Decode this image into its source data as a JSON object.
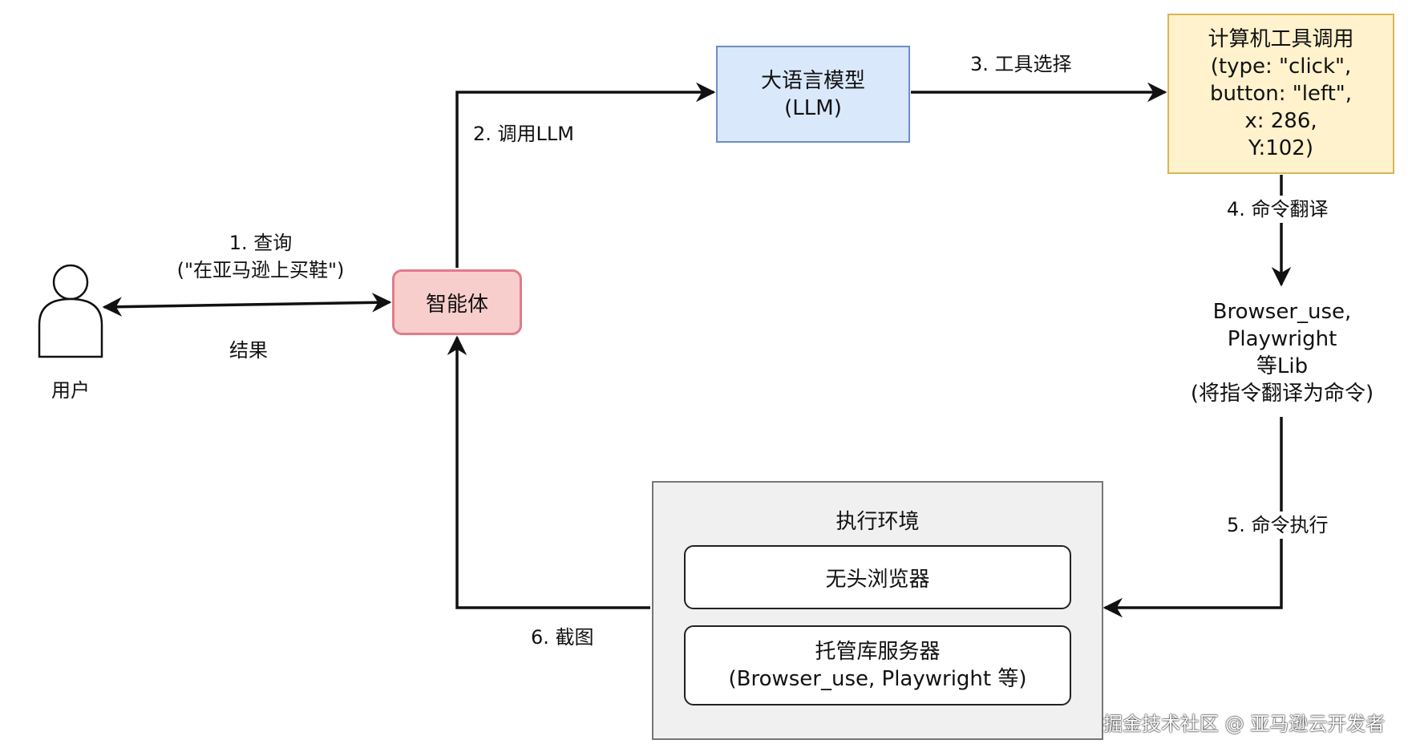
{
  "diagram": {
    "user": {
      "label": "用户"
    },
    "agent": {
      "label": "智能体"
    },
    "llm": {
      "line1": "大语言模型",
      "line2": "(LLM)"
    },
    "tool_call": {
      "line1": "计算机工具调用",
      "line2": "(type: \"click\",",
      "line3": "button: \"left\",",
      "line4": "x: 286,",
      "line5": "Y:102)"
    },
    "lib": {
      "line1": "Browser_use,",
      "line2": "Playwright",
      "line3": "等Lib",
      "line4": "(将指令翻译为命令)"
    },
    "environment": {
      "title": "执行环境",
      "headless": "无头浏览器",
      "hosted_line1": "托管库服务器",
      "hosted_line2": "(Browser_use, Playwright 等)"
    },
    "edges": {
      "query_line1": "1. 查询",
      "query_line2": "(\"在亚马逊上买鞋\")",
      "result": "结果",
      "call_llm": "2. 调用LLM",
      "tool_select": "3. 工具选择",
      "translate": "4. 命令翻译",
      "execute": "5. 命令执行",
      "screenshot": "6. 截图"
    },
    "watermark": "掘金技术社区 @ 亚马逊云开发者"
  }
}
